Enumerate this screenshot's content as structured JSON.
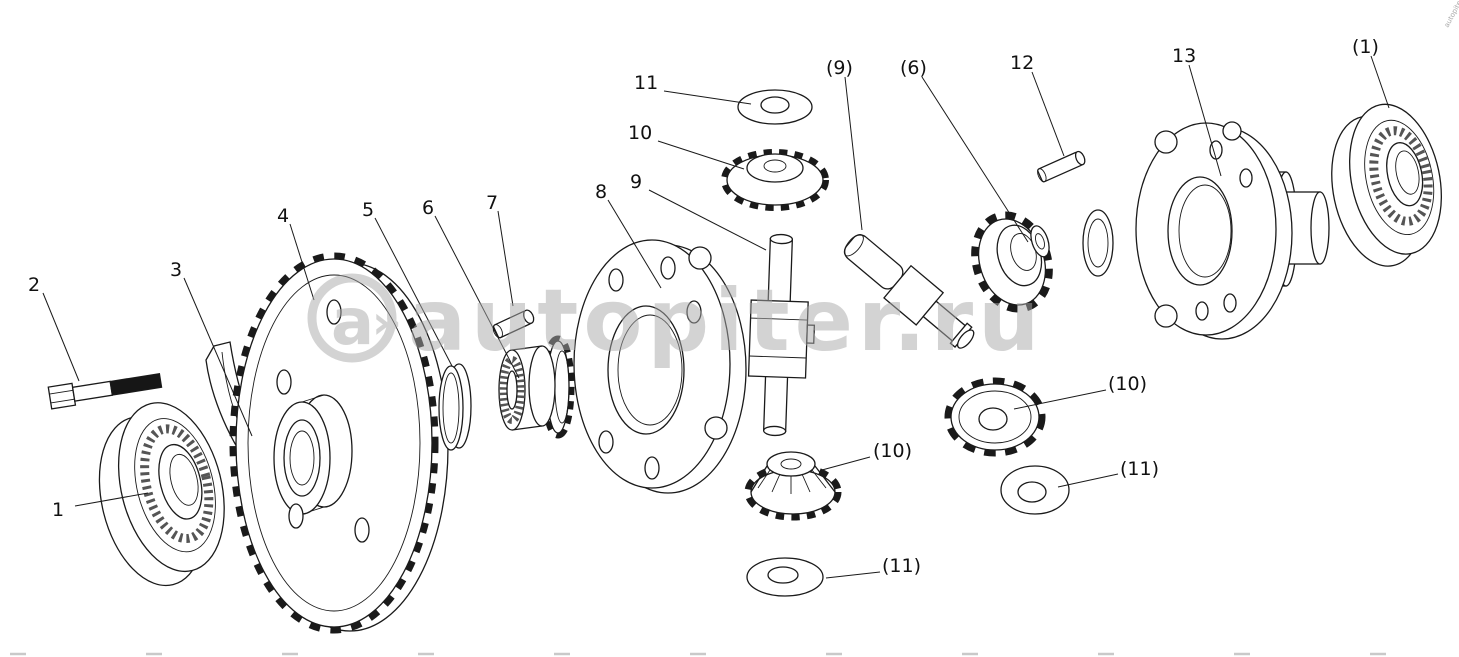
{
  "figure": {
    "type": "exploded-parts-diagram",
    "background": "#ffffff",
    "line_color": "#1a1a1a"
  },
  "watermark": {
    "logo_letter": "a",
    "logo_chevron": "»",
    "text": "autopiter.ru",
    "corner_text": "autopiter.ru",
    "color": "#a9a9a9"
  },
  "labels": [
    {
      "text": "1"
    },
    {
      "text": "2"
    },
    {
      "text": "3"
    },
    {
      "text": "4"
    },
    {
      "text": "5"
    },
    {
      "text": "6"
    },
    {
      "text": "7"
    },
    {
      "text": "8"
    },
    {
      "text": "9"
    },
    {
      "text": "10"
    },
    {
      "text": "11"
    },
    {
      "text": "(9)"
    },
    {
      "text": "(6)"
    },
    {
      "text": "12"
    },
    {
      "text": "13"
    },
    {
      "text": "(1)"
    },
    {
      "text": "(10)"
    },
    {
      "text": "(11)"
    },
    {
      "text": "(10)"
    },
    {
      "text": "(11)"
    }
  ]
}
